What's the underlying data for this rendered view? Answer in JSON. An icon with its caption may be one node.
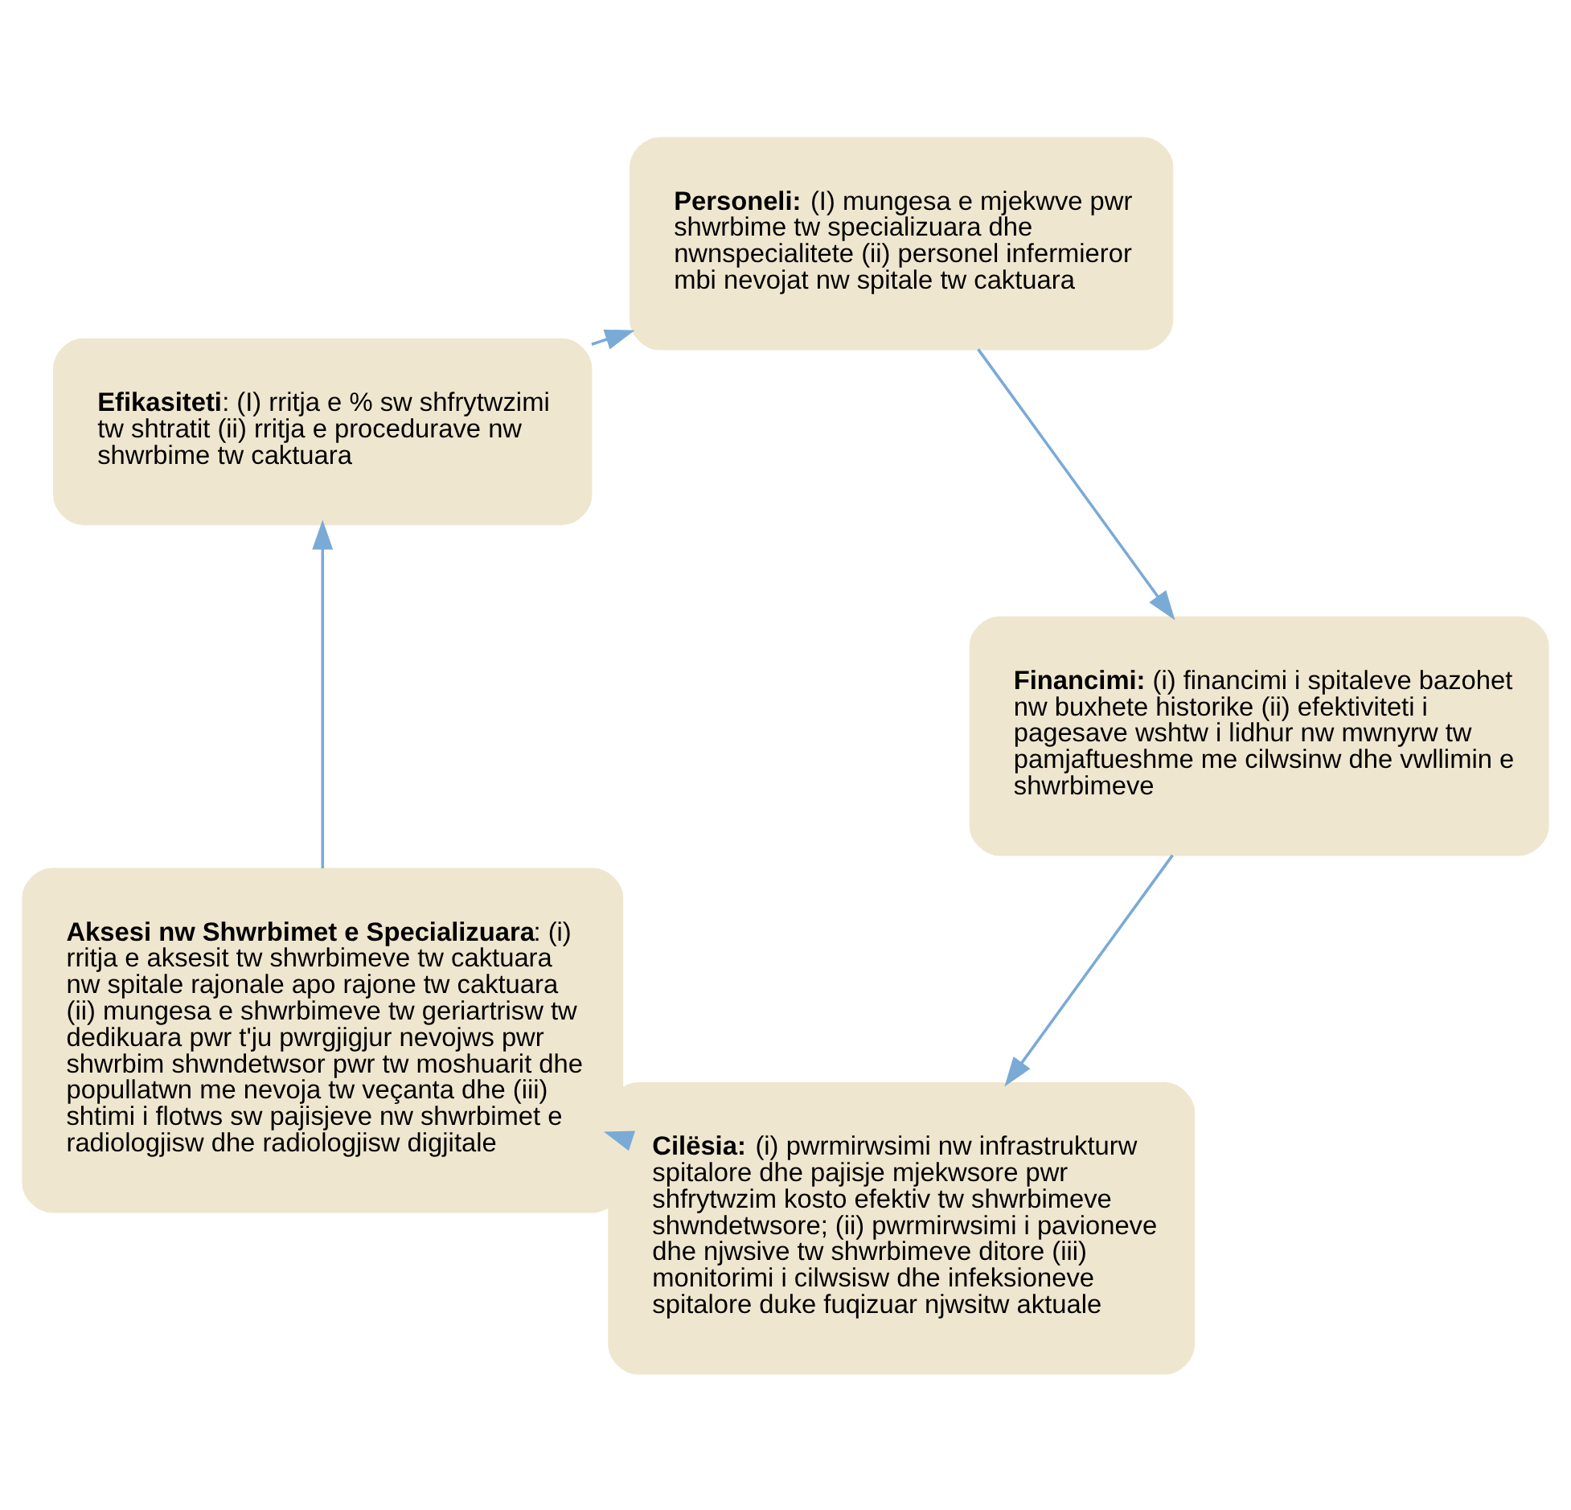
{
  "diagram": {
    "nodes": [
      {
        "text": [
          "**Cilësia:** (i) pwrmirwsimi nw infrastrukturw spitalore dhe pajisje mjekwsore pwr shfrytwzim kosto efektiv tw shwrbimeve shwndetwsore; (ii) pwrmirwsimi i pavioneve dhe njwsive tw shwrbimeve ditore (iii) monitorimi i cilwsisw dhe infeksioneve spitalore duke fuqizuar njwsitw aktuale"
        ]
      },
      {
        "text": [
          "**Financimi:** (i) financimi i spitaleve bazohet nw buxhete historike (ii) efektiviteti i pagesave wshtw i lidhur nw mwnyrw tw pamjaftueshme me cilwsinw dhe vwllimin e shwrbimeve"
        ]
      },
      {
        "text": [
          "**Aksesi nw Shwrbimet e Specializuara**: (i) rritja e aksesit tw shwrbimeve tw caktuara nw spitale rajonale apo rajone tw caktuara (ii) mungesa e shwrbimeve tw geriartrisw tw dedikuara pwr t'ju pwrgjigjur nevojws pwr shwrbim shwndetwsor pwr tw moshuarit dhe popullatwn me nevoja tw veçanta dhe (iii) shtimi i flotws sw pajisjeve nw shwrbimet e radiologjisw dhe radiologjisw digjitale"
        ]
      },
      {
        "text": [
          "**Personeli:** (I) mungesa e mjekwve pwr shwrbime tw specializuara dhe nwnspecialitete (ii) personel infermieror mbi nevojat nw spitale tw caktuara"
        ]
      },
      {
        "text": [
          "**Efikasiteti**: (I) rritja e % sw shfrytwzimi tw shtratit (ii) rritja e procedurave nw shwrbime tw caktuara"
        ]
      }
    ],
    "edges": [
      {
        "from": 0,
        "to": 2,
        "arrow": "to"
      },
      {
        "from": 2,
        "to": 4,
        "arrow": "to"
      },
      {
        "from": 4,
        "to": 3,
        "arrow": "to"
      },
      {
        "from": 3,
        "to": 1,
        "arrow": "to"
      },
      {
        "from": 1,
        "to": 0,
        "arrow": "to"
      }
    ]
  }
}
